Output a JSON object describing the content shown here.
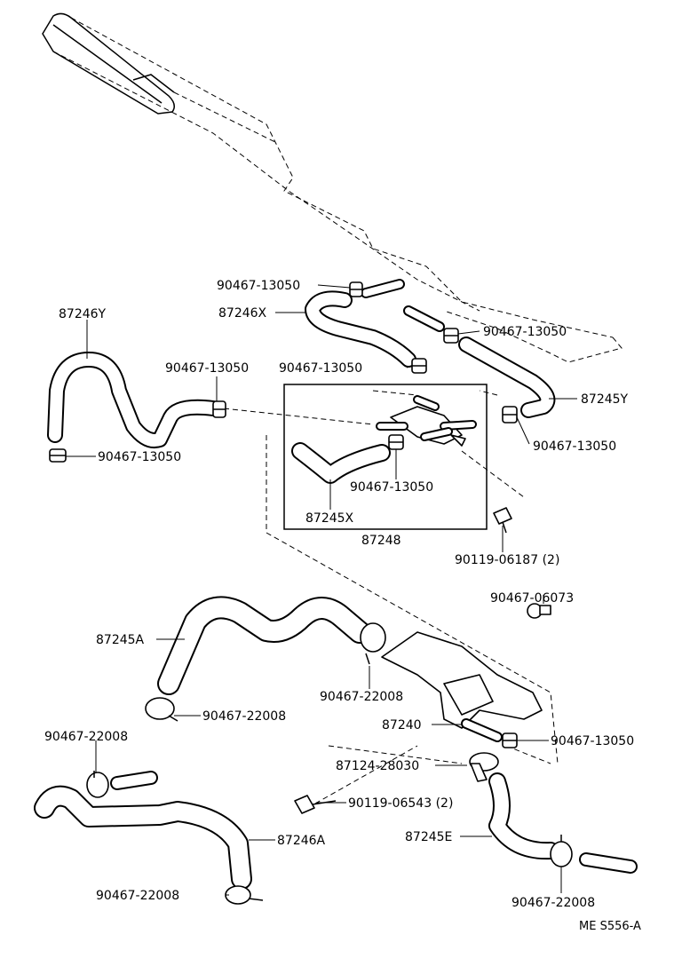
{
  "labels": {
    "l_87246Y": "87246Y",
    "l_87246X": "87246X",
    "l_top_clamp": "90467-13050",
    "l_left_clamp_a": "90467-13050",
    "l_left_clamp_b": "90467-13050",
    "l_mid_clamp": "90467-13050",
    "l_right_clamp_a": "90467-13050",
    "l_87245Y": "87245Y",
    "l_right_clamp_b": "90467-13050",
    "l_box_clamp": "90467-13050",
    "l_87245X": "87245X",
    "l_87248": "87248",
    "l_bolt_top": "90119-06187 (2)",
    "l_plug": "90467-06073",
    "l_87245A": "87245A",
    "l_clamp_22008_a": "90467-22008",
    "l_clamp_22008_b": "90467-22008",
    "l_clamp_22008_c": "90467-22008",
    "l_87240": "87240",
    "l_clamp_low_right": "90467-13050",
    "l_87124": "87124-28030",
    "l_bolt_bottom": "90119-06543 (2)",
    "l_87246A": "87246A",
    "l_87245E": "87245E",
    "l_clamp_22008_d": "90467-22008",
    "l_clamp_22008_e": "90467-22008",
    "l_ref": "ME S556-A"
  }
}
